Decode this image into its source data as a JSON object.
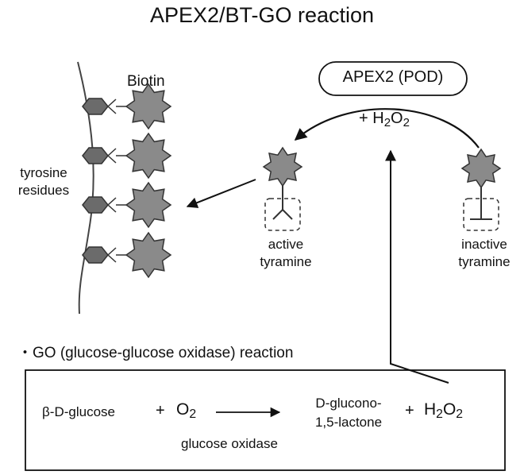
{
  "title": "APEX2/BT-GO reaction",
  "enzyme_label": "APEX2 (POD)",
  "h2o2_top": {
    "prefix": "+ H",
    "sub": "2",
    "suffix": "O",
    "sub2": "2"
  },
  "biotin_label": "Biotin",
  "tyrosine_label": {
    "line1": "tyrosine",
    "line2": "residues"
  },
  "active_label": {
    "line1": "active",
    "line2": "tyramine"
  },
  "inactive_label": {
    "line1": "inactive",
    "line2": "tyramine"
  },
  "go_heading": "・GO (glucose-glucose oxidase) reaction",
  "go_box": {
    "reactant1": "β-D-glucose",
    "plus1": "+",
    "reactant2": {
      "base": "O",
      "sub": "2"
    },
    "product1": {
      "line1": "D-glucono-",
      "line2": "1,5-lactone"
    },
    "plus2": "+",
    "product2": {
      "base": "H",
      "sub": "2",
      "mid": "O",
      "sub2": "2"
    },
    "catalyst": "glucose oxidase"
  },
  "colors": {
    "hexagon": "#6b6b6b",
    "star": "#8a8a8a",
    "outline": "#333333",
    "line": "#111111"
  }
}
